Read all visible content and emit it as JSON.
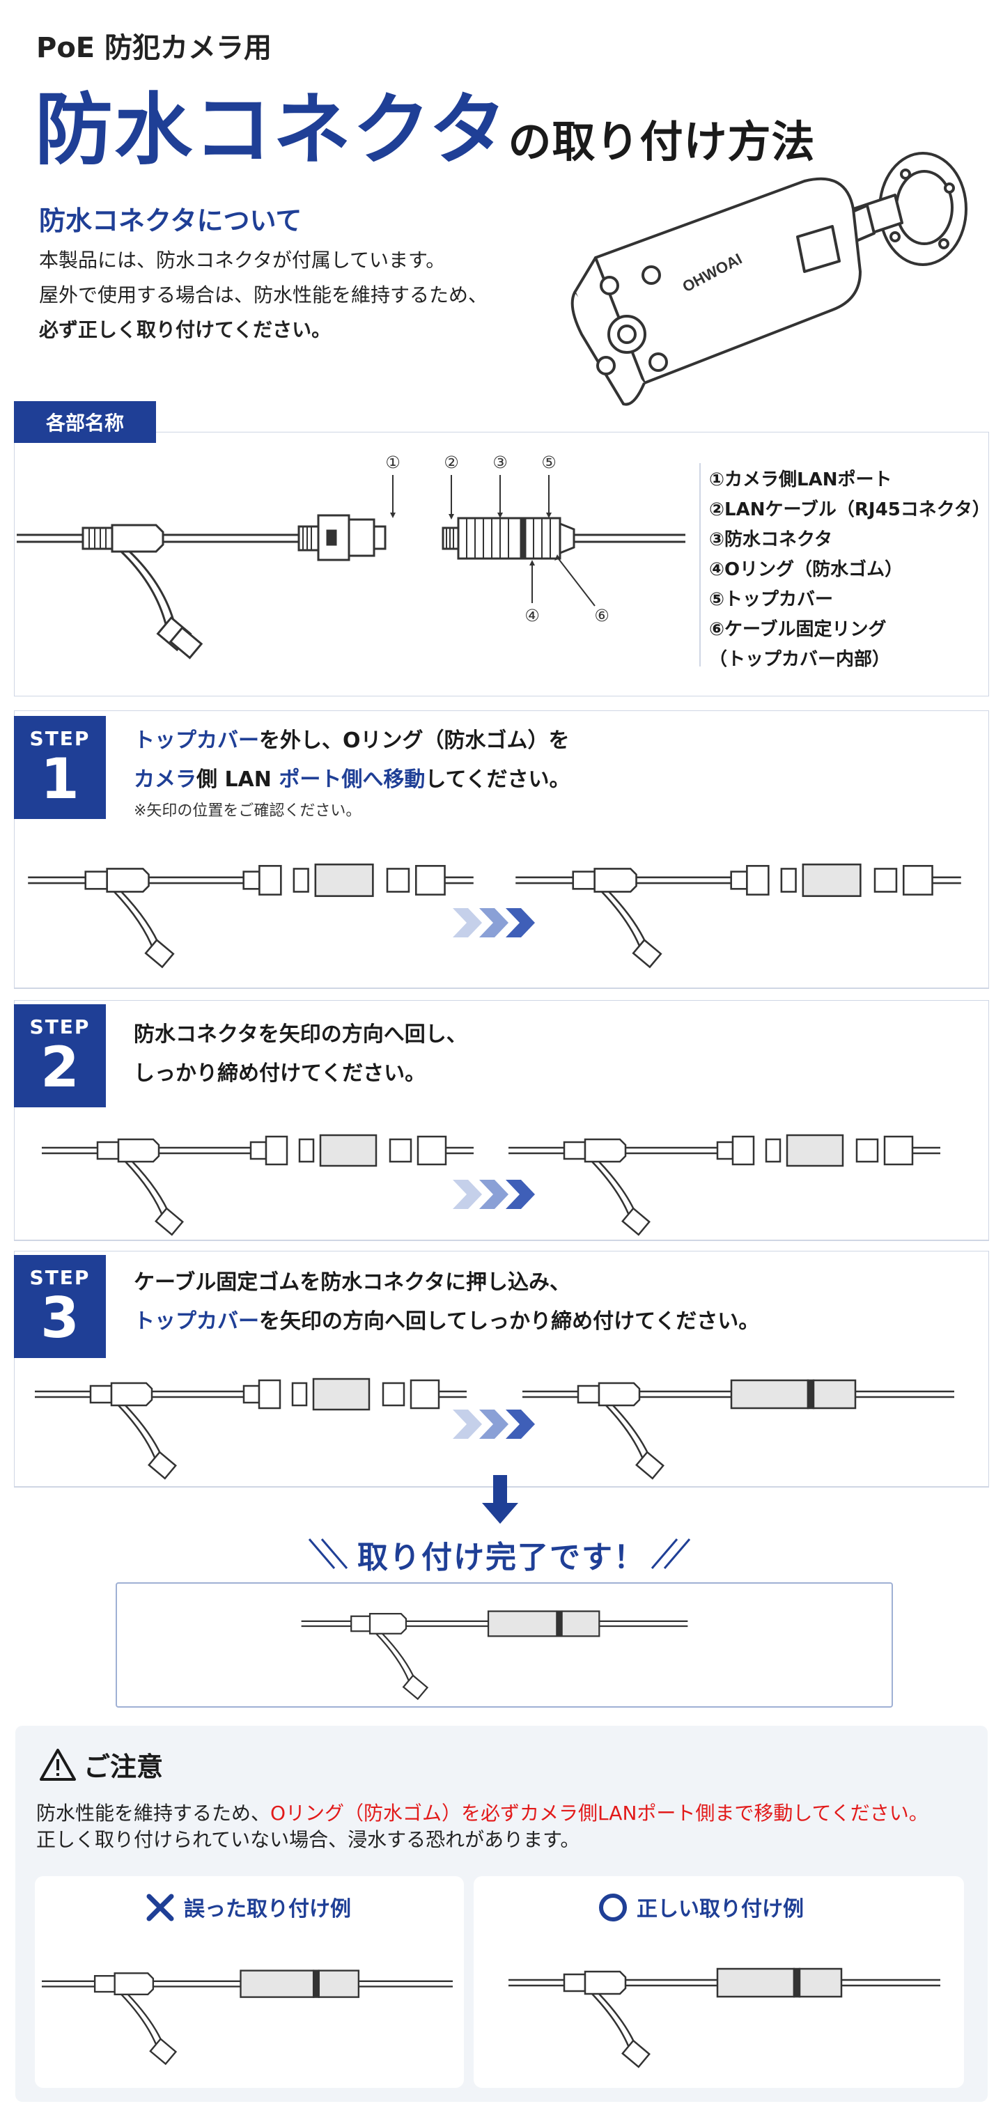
{
  "header": {
    "kicker": "PoE 防犯カメラ用",
    "title_main": "防水コネクタ",
    "title_rest": "の取り付け方法"
  },
  "about": {
    "heading": "防水コネクタについて",
    "line1": "本製品には、防水コネクタが付属しています。",
    "line2": "屋外で使用する場合は、防水性能を維持するため、",
    "line3": "必ず正しく取り付けてください。"
  },
  "camera": {
    "brand": "OHWOAI"
  },
  "parts": {
    "tab": "各部名称",
    "items": [
      "①カメラ側LANポート",
      "②LANケーブル（RJ45コネクタ）",
      "③防水コネクタ",
      "④Oリング（防水ゴム）",
      "⑤トップカバー",
      "⑥ケーブル固定リング",
      "（トップカバー内部）"
    ],
    "callouts": [
      "①",
      "②",
      "③",
      "⑤",
      "④",
      "⑥"
    ]
  },
  "steps": [
    {
      "label": "STEP",
      "number": "1",
      "line1_a": "トップカバー",
      "line1_b": "を外し、Oリング（防水ゴム）を",
      "line2_a": "カメラ",
      "line2_b": "側 LAN ",
      "line2_c": "ポート側へ移動",
      "line2_d": "してください。",
      "note": "※矢印の位置をご確認ください。"
    },
    {
      "label": "STEP",
      "number": "2",
      "line1": "防水コネクタを矢印の方向へ回し、",
      "line2": "しっかり締め付けてください。"
    },
    {
      "label": "STEP",
      "number": "3",
      "line1": "ケーブル固定ゴムを防水コネクタに押し込み、",
      "line2_a": "トップカバー",
      "line2_b": "を矢印の方向へ回してしっかり締め付けてください。"
    }
  ],
  "complete": {
    "heading": "取り付け完了です！"
  },
  "caution": {
    "heading": "ご注意",
    "line1_a": "防水性能を維持するため、",
    "line1_b": "Oリング（防水ゴム）を必ずカメラ側LANポート側まで移動してください。",
    "line2": "正しく取り付けられていない場合、浸水する恐れがあります。",
    "wrong_label": "誤った取り付け例",
    "right_label": "正しい取り付け例"
  },
  "colors": {
    "accent": "#1f3f96",
    "alert": "#e21a1a"
  }
}
